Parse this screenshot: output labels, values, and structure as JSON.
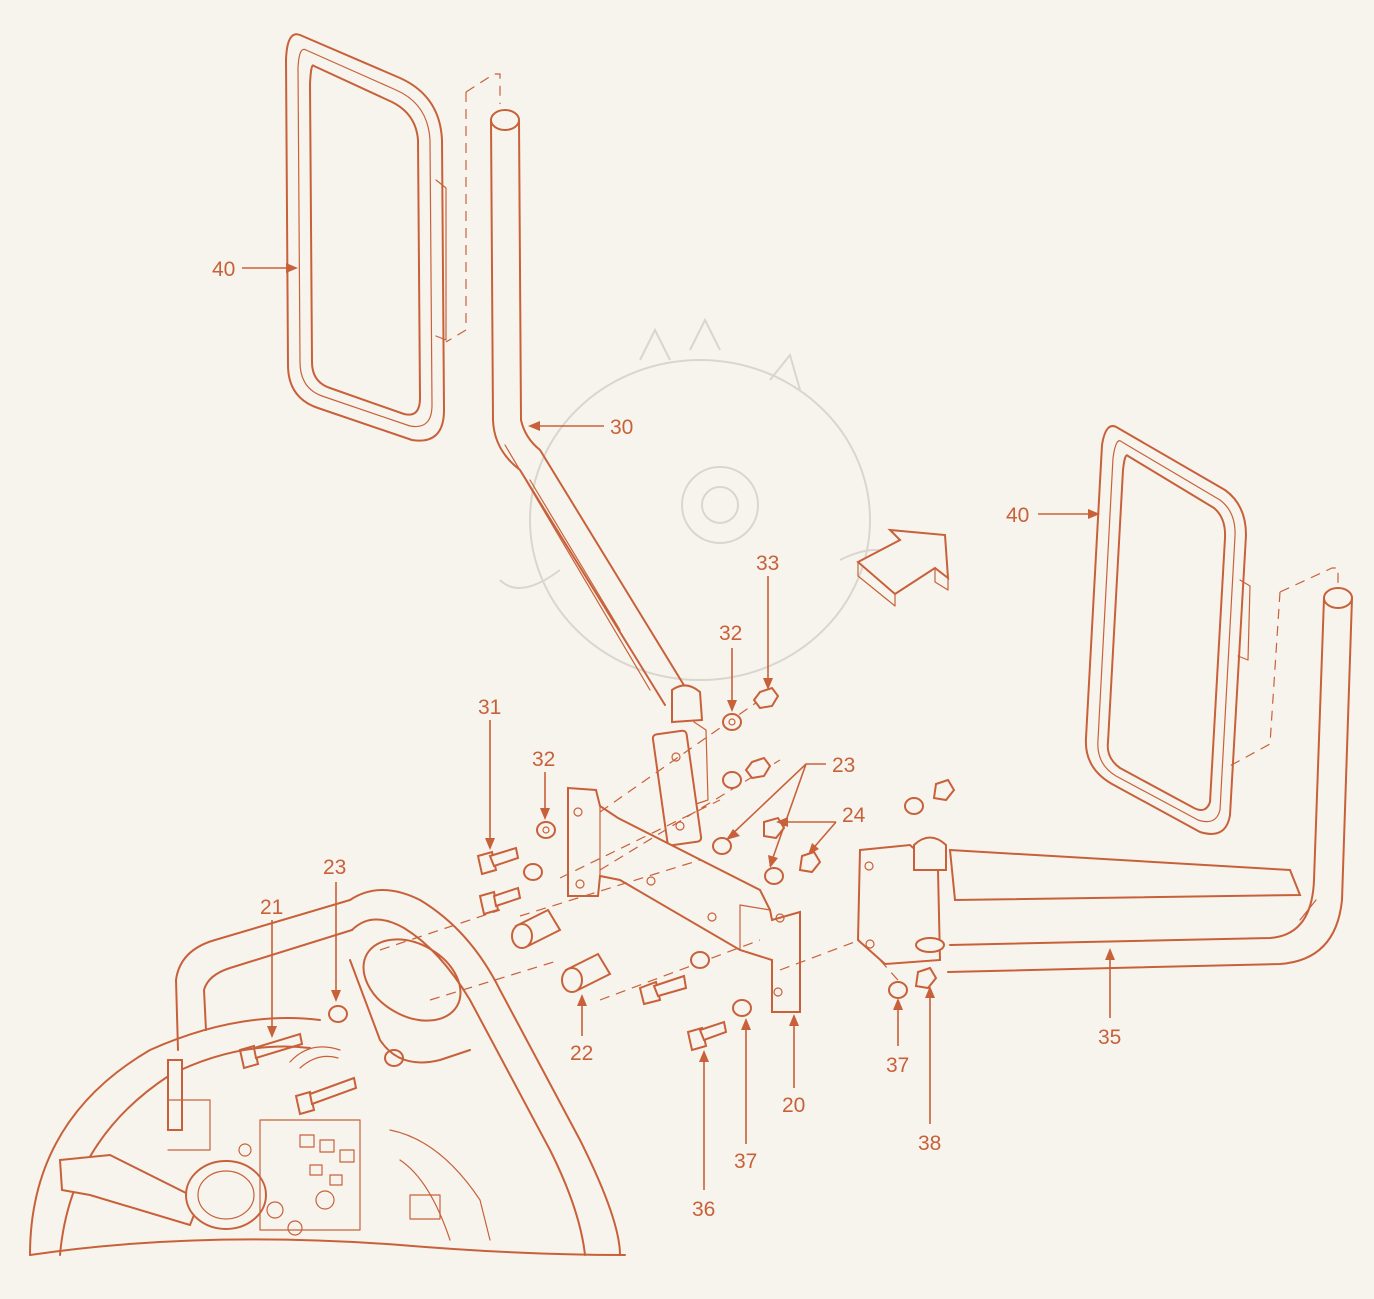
{
  "accent_color": "#c8613a",
  "background_color": "#f7f4ee",
  "callouts": [
    {
      "id": "c40a",
      "label": "40"
    },
    {
      "id": "c30",
      "label": "30"
    },
    {
      "id": "c40b",
      "label": "40"
    },
    {
      "id": "c33",
      "label": "33"
    },
    {
      "id": "c32a",
      "label": "32"
    },
    {
      "id": "c31",
      "label": "31"
    },
    {
      "id": "c32b",
      "label": "32"
    },
    {
      "id": "c23a",
      "label": "23"
    },
    {
      "id": "c24",
      "label": "24"
    },
    {
      "id": "c23b",
      "label": "23"
    },
    {
      "id": "c21",
      "label": "21"
    },
    {
      "id": "c22",
      "label": "22"
    },
    {
      "id": "c20",
      "label": "20"
    },
    {
      "id": "c36",
      "label": "36"
    },
    {
      "id": "c37a",
      "label": "37"
    },
    {
      "id": "c37b",
      "label": "37"
    },
    {
      "id": "c38",
      "label": "38"
    },
    {
      "id": "c35",
      "label": "35"
    }
  ]
}
